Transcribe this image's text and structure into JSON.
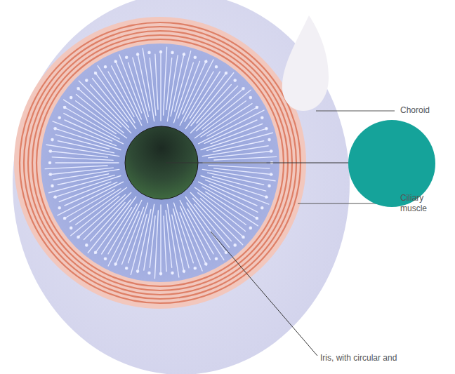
{
  "diagram": {
    "labels": [
      "Choroid",
      "Ciliary muscle",
      "Iris, with circular and"
    ]
  }
}
